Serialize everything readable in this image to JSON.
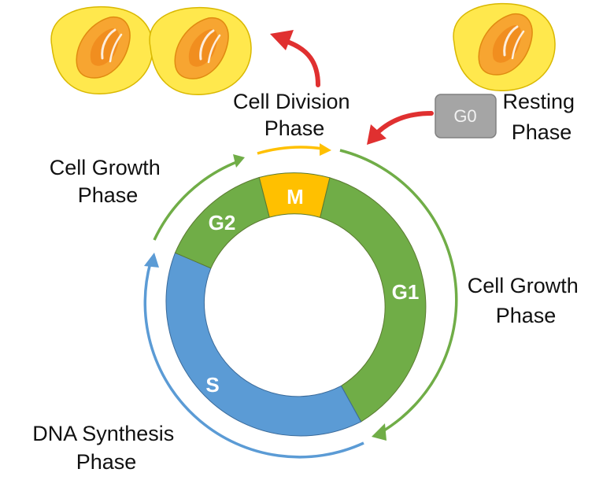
{
  "segments": {
    "m": {
      "label": "M",
      "color": "#ffc000"
    },
    "g1": {
      "label": "G1",
      "color": "#70ad47"
    },
    "s": {
      "label": "S",
      "color": "#5b9bd5"
    },
    "g2": {
      "label": "G2",
      "color": "#70ad47"
    }
  },
  "g0": {
    "label": "G0",
    "color": "#a5a5a5"
  },
  "labels": {
    "division": [
      "Cell Division",
      "Phase"
    ],
    "resting": [
      "Resting",
      "Phase"
    ],
    "growth_left": [
      "Cell Growth",
      "Phase"
    ],
    "growth_right": [
      "Cell Growth",
      "Phase"
    ],
    "dna": [
      "DNA Synthesis",
      "Phase"
    ]
  },
  "arrow_colors": {
    "growth": "#70ad47",
    "synthesis": "#5b9bd5",
    "division": "#ffc000",
    "transition": "#e03030"
  },
  "cell_colors": {
    "outer": "#ffe84d",
    "inner": "#f7a531",
    "core": "#f08a1c"
  }
}
